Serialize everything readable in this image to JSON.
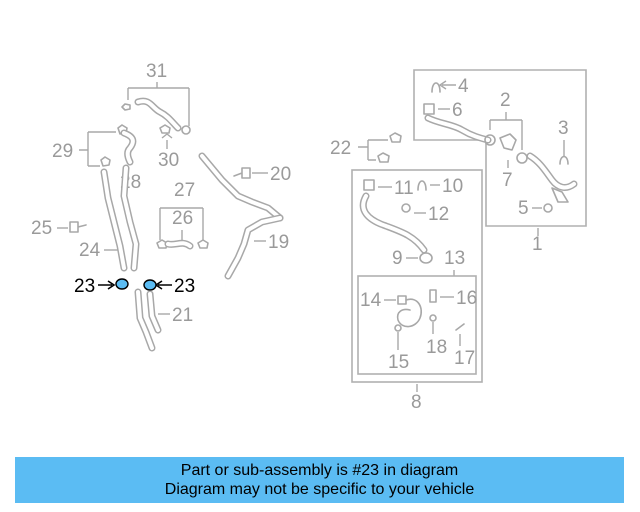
{
  "diagram": {
    "callouts": [
      "31",
      "29",
      "30",
      "28",
      "20",
      "27",
      "26",
      "25",
      "24",
      "19",
      "21",
      "22",
      "4",
      "6",
      "2",
      "3",
      "7",
      "5",
      "1",
      "11",
      "10",
      "12",
      "9",
      "13",
      "14",
      "16",
      "15",
      "18",
      "17",
      "8"
    ],
    "highlighted_callout": "23",
    "highlight_color": "#5bbcf3"
  },
  "banner": {
    "line1": "Part or sub-assembly is #23 in diagram",
    "line2": "Diagram may not be specific to your vehicle",
    "background": "#5bbcf3"
  }
}
